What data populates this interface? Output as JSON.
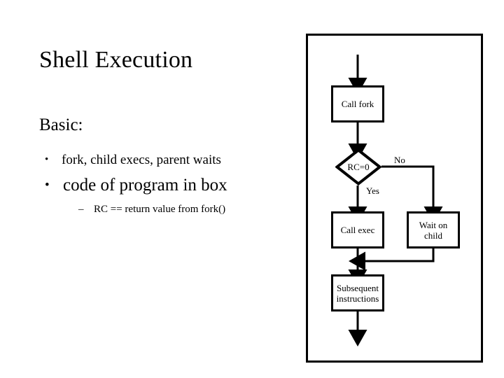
{
  "slide": {
    "title": "Shell Execution",
    "section_heading": "Basic:",
    "bullets": [
      {
        "marker": "•",
        "text": "fork, child execs, parent waits",
        "level": 1
      },
      {
        "marker": "•",
        "text": "code of program in box",
        "level": 1
      },
      {
        "marker": "–",
        "text": "RC == return value from fork()",
        "level": 2
      }
    ]
  },
  "flowchart": {
    "nodes": [
      {
        "id": "call-fork",
        "label": "Call fork",
        "shape": "rect"
      },
      {
        "id": "decision",
        "label": "RC=0",
        "shape": "diamond"
      },
      {
        "id": "call-exec",
        "label": "Call exec",
        "shape": "rect"
      },
      {
        "id": "wait-child",
        "label": "Wait on\nchild",
        "line1": "Wait on",
        "line2": "child",
        "shape": "rect"
      },
      {
        "id": "subsequent",
        "label": "Subsequent\ninstructions",
        "line1": "Subsequent",
        "line2": "instructions",
        "shape": "rect"
      }
    ],
    "edge_labels": {
      "no": "No",
      "yes": "Yes"
    },
    "colors": {
      "stroke": "#000000",
      "fill": "#ffffff",
      "background": "#ffffff"
    }
  }
}
